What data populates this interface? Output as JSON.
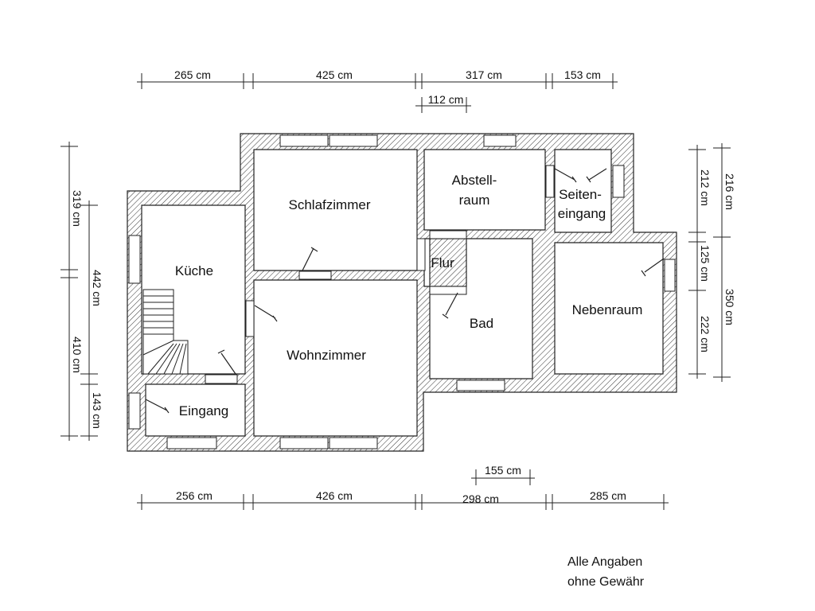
{
  "rooms": {
    "schlafzimmer": "Schlafzimmer",
    "abstell_line1": "Abstell-",
    "abstell_line2": "raum",
    "seiten_line1": "Seiten-",
    "seiten_line2": "eingang",
    "kueche": "Küche",
    "flur": "Flur",
    "bad": "Bad",
    "nebenraum": "Nebenraum",
    "wohnzimmer": "Wohnzimmer",
    "eingang": "Eingang"
  },
  "dimensions": {
    "top": [
      "265 cm",
      "425 cm",
      "317 cm",
      "153 cm"
    ],
    "top_inner": "112 cm",
    "bottom": [
      "256 cm",
      "426 cm",
      "298 cm",
      "285 cm"
    ],
    "bottom_inner": "155 cm",
    "left_outer": [
      "319 cm",
      "410 cm"
    ],
    "left_inner": [
      "442 cm",
      "143 cm"
    ],
    "right_inner": [
      "212 cm",
      "125 cm",
      "222 cm"
    ],
    "right_outer": [
      "216 cm",
      "350 cm"
    ]
  },
  "note": {
    "line1": "Alle Angaben",
    "line2": "ohne Gewähr"
  }
}
